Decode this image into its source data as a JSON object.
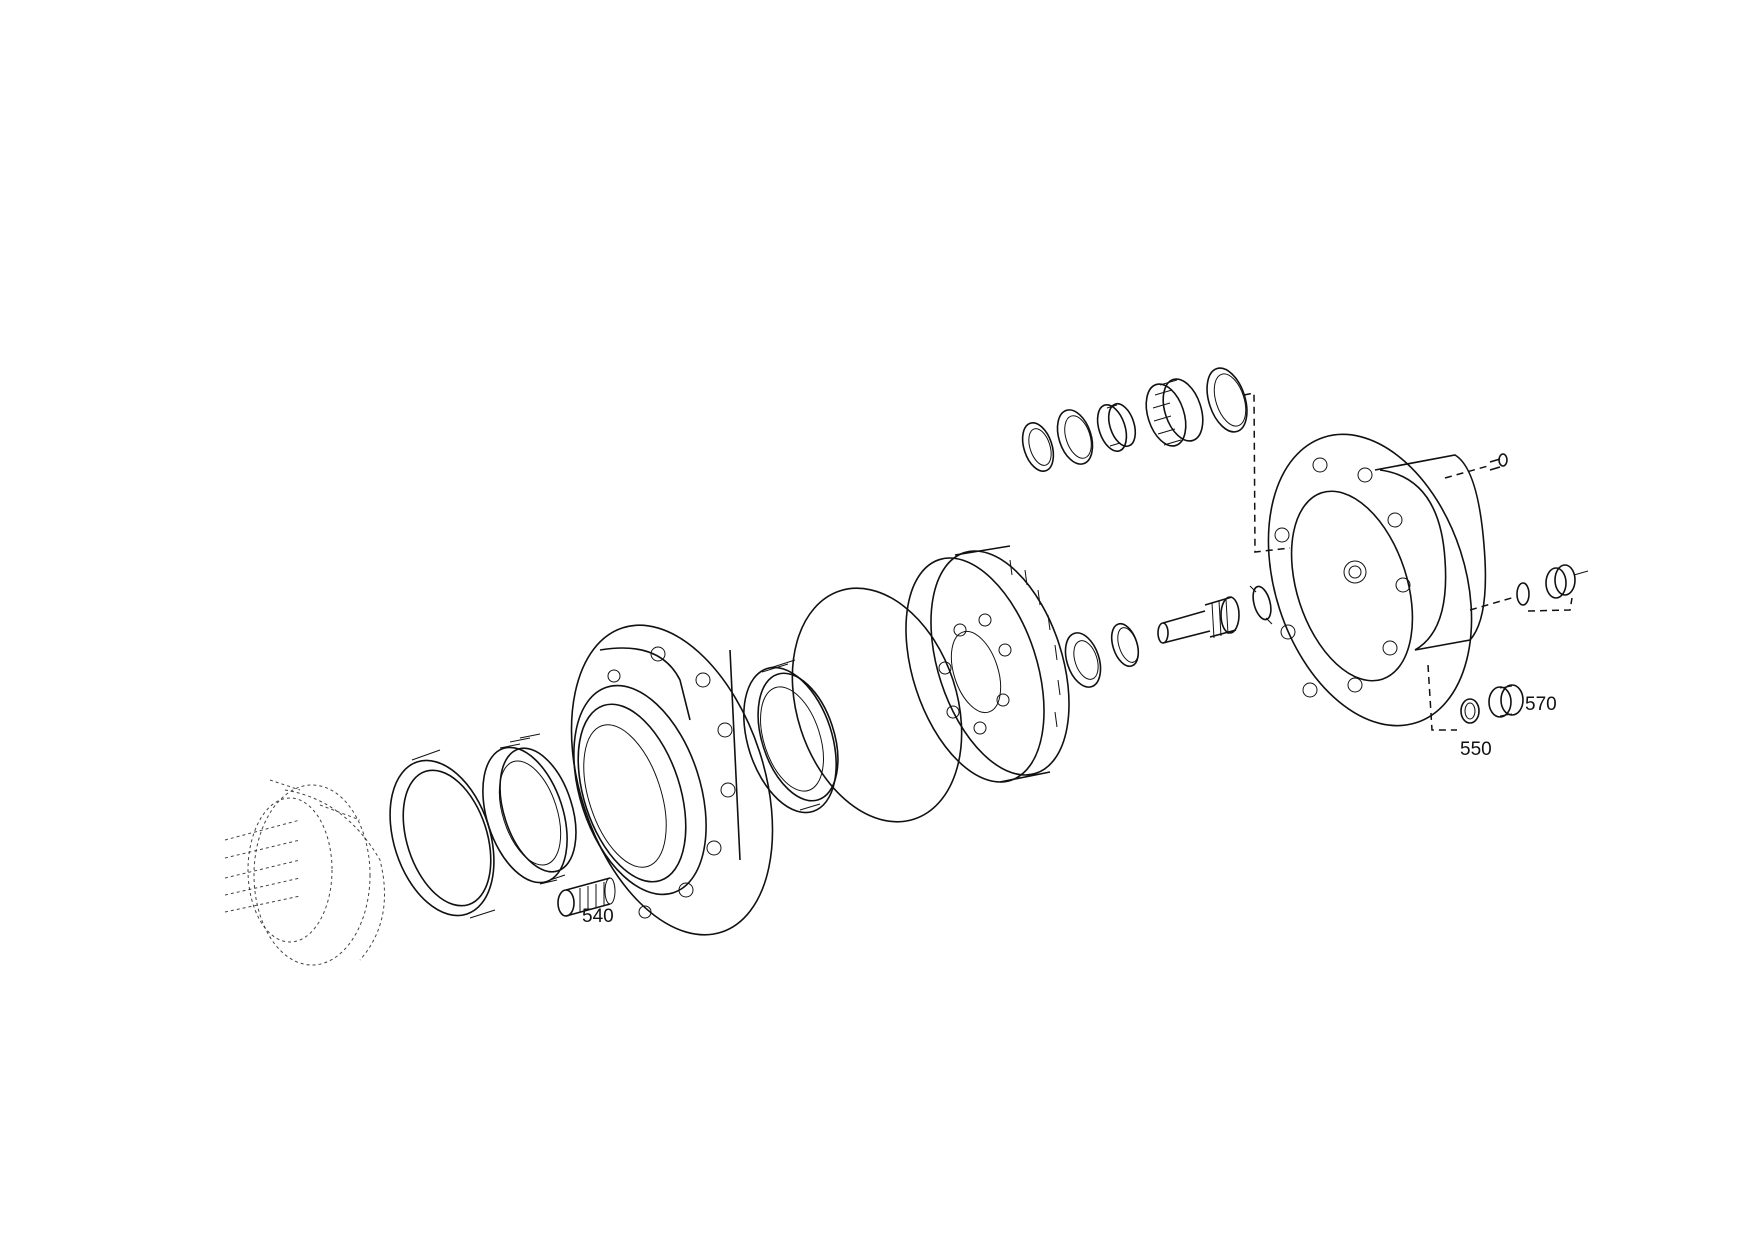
{
  "diagram": {
    "part_labels": [
      "540",
      "550",
      "570"
    ]
  }
}
